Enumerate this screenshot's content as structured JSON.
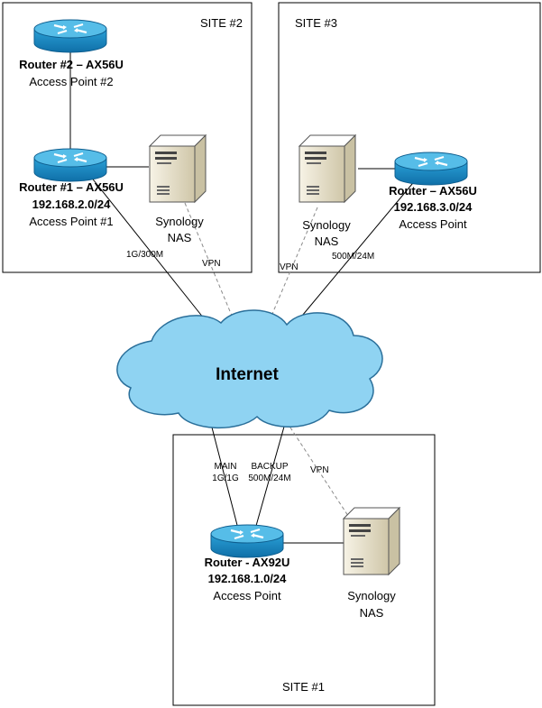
{
  "sites": {
    "site2": {
      "label": "SITE #2"
    },
    "site3": {
      "label": "SITE #3"
    },
    "site1": {
      "label": "SITE #1"
    }
  },
  "cloud": {
    "label": "Internet"
  },
  "site2": {
    "router2": {
      "name": "Router #2 – AX56U",
      "role": "Access Point #2"
    },
    "router1": {
      "name": "Router #1 – AX56U",
      "subnet": "192.168.2.0/24",
      "role": "Access Point #1"
    },
    "nas": {
      "line1": "Synology",
      "line2": "NAS"
    },
    "wan_label": "1G/300M",
    "vpn_label": "VPN"
  },
  "site3": {
    "router": {
      "name": "Router – AX56U",
      "subnet": "192.168.3.0/24",
      "role": "Access Point"
    },
    "nas": {
      "line1": "Synology",
      "line2": "NAS"
    },
    "wan_label": "500M/24M",
    "vpn_label": "VPN"
  },
  "site1": {
    "router": {
      "name": "Router - AX92U",
      "subnet": "192.168.1.0/24",
      "role": "Access Point"
    },
    "nas": {
      "line1": "Synology",
      "line2": "NAS"
    },
    "main_label": "MAIN",
    "main_speed": "1G/1G",
    "backup_label": "BACKUP",
    "backup_speed": "500M/24M",
    "vpn_label": "VPN"
  },
  "colors": {
    "router_fill": "#1f8fc4",
    "router_top": "#4fb7e4",
    "cloud_fill": "#8fd3f2",
    "cloud_stroke": "#2a6f9a",
    "nas_fill": "#ece6d2",
    "line": "#000000",
    "vpn_line": "#999999"
  },
  "icons": {
    "router": "router-icon",
    "nas": "nas-server-icon",
    "cloud": "internet-cloud-icon"
  }
}
